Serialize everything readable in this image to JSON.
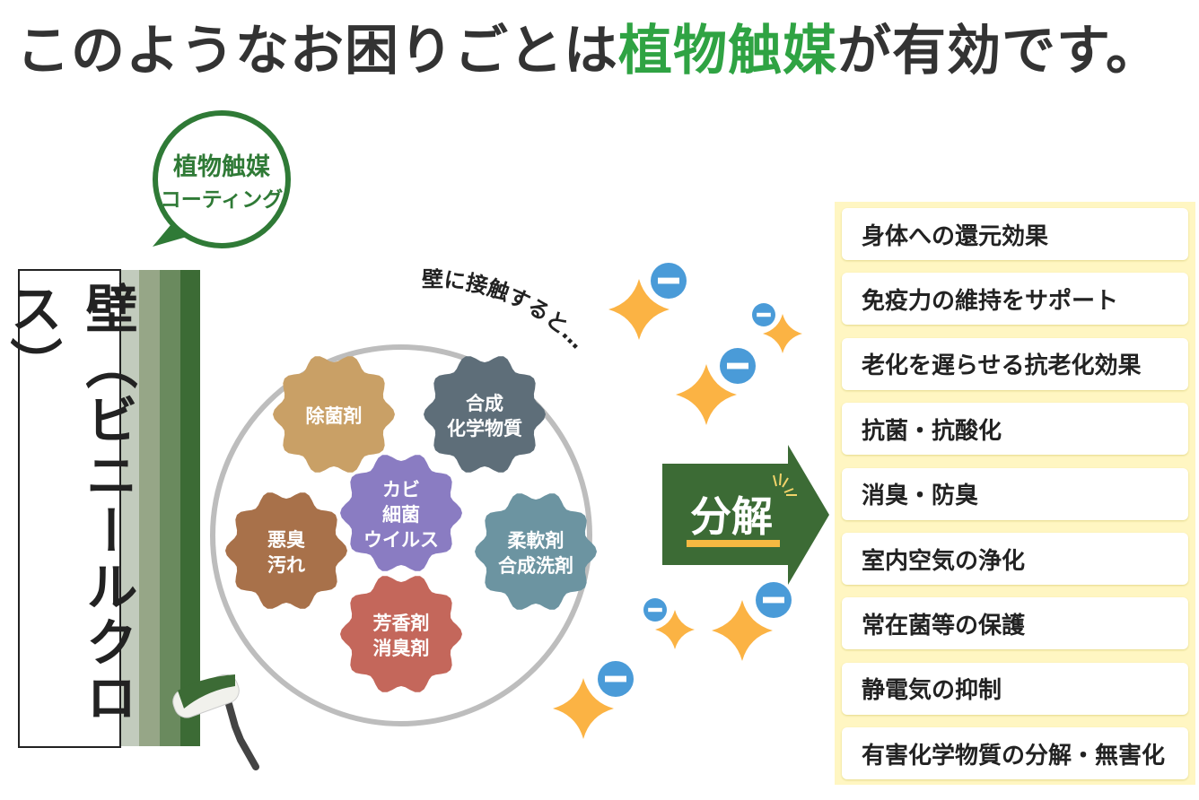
{
  "title": {
    "prefix": "このようなお困りごとは",
    "highlight": "植物触媒",
    "suffix": "が有効です。"
  },
  "bubble": {
    "line1": "植物触媒",
    "line2": "コーティング"
  },
  "wall_label": "壁（ビニールクロス）",
  "arc_text": "壁に接触すると…",
  "gears": [
    {
      "lines": [
        "除菌剤"
      ],
      "color": "#c9a066"
    },
    {
      "lines": [
        "合成",
        "化学物質"
      ],
      "color": "#5e6e79"
    },
    {
      "lines": [
        "カビ",
        "細菌",
        "ウイルス"
      ],
      "color": "#8a7cc2"
    },
    {
      "lines": [
        "悪臭",
        "汚れ"
      ],
      "color": "#a8714a"
    },
    {
      "lines": [
        "柔軟剤",
        "合成洗剤"
      ],
      "color": "#6c94a1"
    },
    {
      "lines": [
        "芳香剤",
        "消臭剤"
      ],
      "color": "#c4675b"
    }
  ],
  "arrow_label": "分解",
  "effects": [
    "身体への還元効果",
    "免疫力の維持をサポート",
    "老化を遅らせる抗老化効果",
    "抗菌・抗酸化",
    "消臭・防臭",
    "室内空気の浄化",
    "常在菌等の保護",
    "静電気の抑制",
    "有害化学物質の分解・無害化"
  ],
  "colors": {
    "green": "#2fa343",
    "dark_green": "#3c6b35",
    "star": "#fbb344",
    "ion": "#4a9bd8",
    "panel": "#fff6c2"
  }
}
